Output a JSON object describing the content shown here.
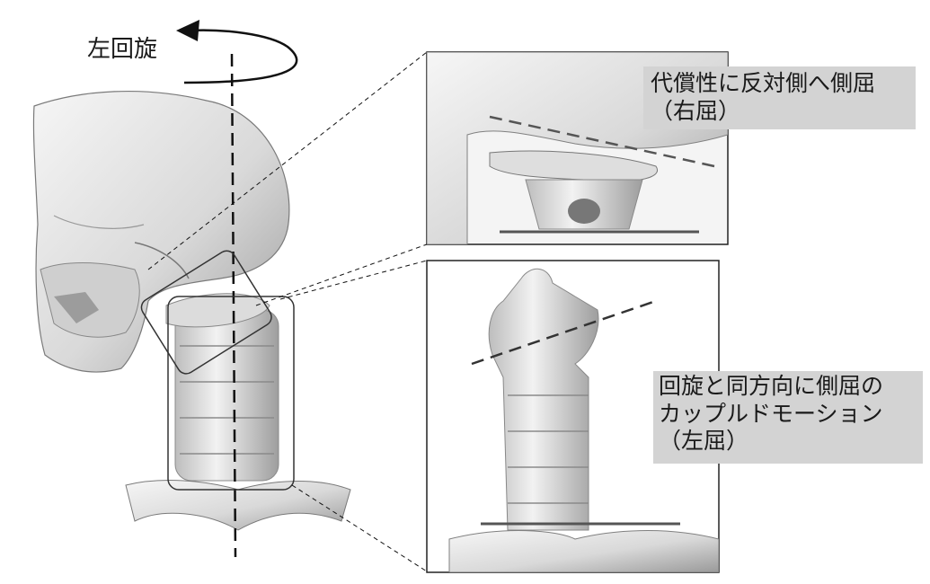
{
  "rotation_label": "左回旋",
  "upper_note": {
    "line1": "代償性に反対側へ側屈",
    "line2": "（右屈）"
  },
  "lower_note": {
    "line1": "回旋と同方向に側屈の",
    "line2": "カップルドモーション",
    "line3": "（左屈）"
  },
  "colors": {
    "bone": "#e6e6e6",
    "bone_shade": "#8c8c8c",
    "note_background": "#d3d3d3",
    "line": "#111111"
  }
}
